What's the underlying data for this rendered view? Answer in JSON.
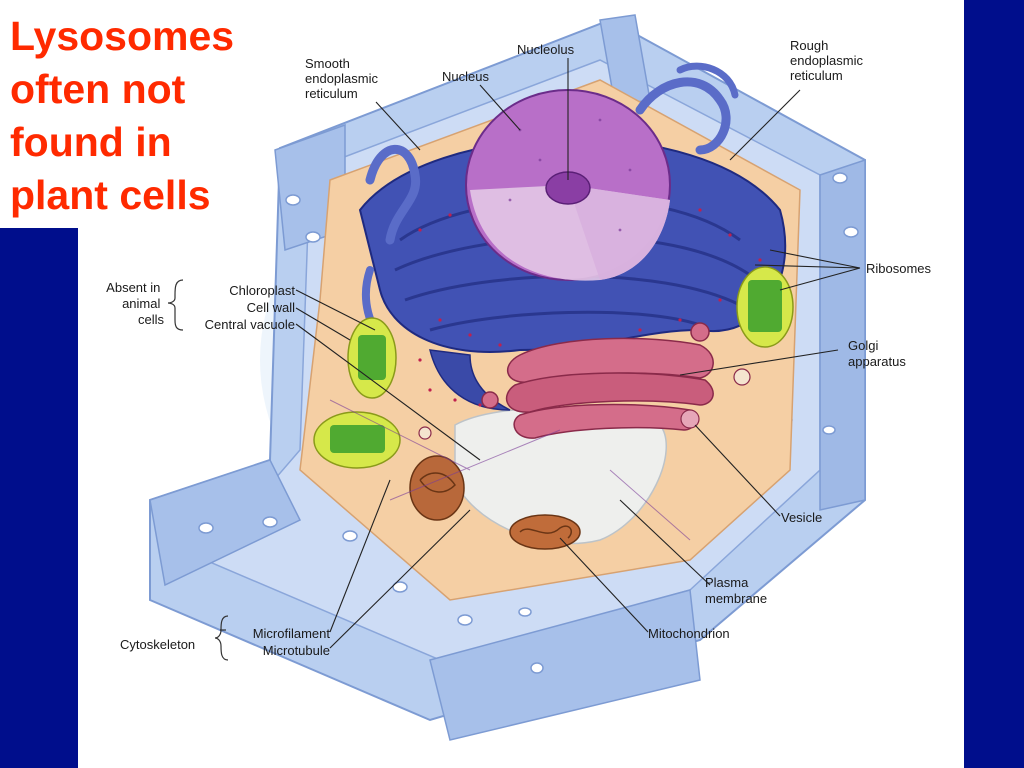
{
  "callout": {
    "text": "Lysosomes\noften not\nfound in\nplant cells"
  },
  "labels": {
    "smooth_er": [
      "Smooth",
      "endoplasmic",
      "reticulum"
    ],
    "nucleolus": "Nucleolus",
    "nucleus": "Nucleus",
    "rough_er": [
      "Rough",
      "endoplasmic",
      "reticulum"
    ],
    "ribosomes": "Ribosomes",
    "absent_group": [
      "Absent in",
      "animal",
      "cells"
    ],
    "chloroplast": "Chloroplast",
    "cell_wall": "Cell wall",
    "central_vacuole": "Central vacuole",
    "golgi": [
      "Golgi",
      "apparatus"
    ],
    "vesicle": "Vesicle",
    "plasma_membrane": [
      "Plasma",
      "membrane"
    ],
    "mitochondrion": "Mitochondrion",
    "cytoskeleton": "Cytoskeleton",
    "microfilament": "Microfilament",
    "microtubule": "Microtubule"
  },
  "colors": {
    "frame": "#000e8c",
    "callout_text": "#ff2a00",
    "cell_wall": "#a9c3ec",
    "cytoplasm": "#f2c79b",
    "nucleus": "#b46ec6",
    "er": "#3f4fb0",
    "golgi": "#c9607e",
    "chloroplast": "#d6e84a",
    "vacuole": "#e6ecf0"
  }
}
